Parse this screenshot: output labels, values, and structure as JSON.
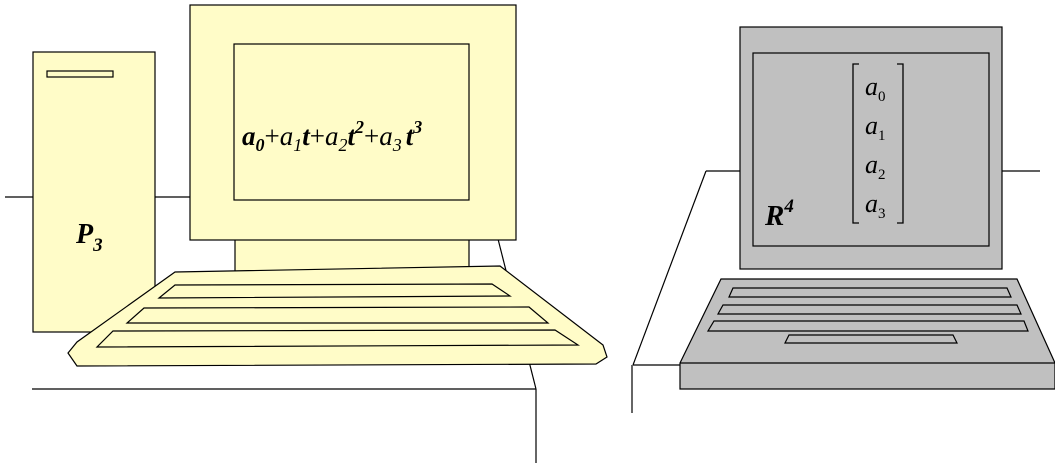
{
  "desktop": {
    "tower_label": "P",
    "tower_label_sub": "3",
    "polynomial": {
      "a0": "a",
      "a0_sub": "0",
      "plus1": "+",
      "a1": "a",
      "a1_sub": "1",
      "t1": "t",
      "plus2": "+",
      "a2": "a",
      "a2_sub": "2",
      "t2": "t",
      "t2_sup": "2",
      "plus3": "+",
      "a3": "a",
      "a3_sub": "3",
      "t3": "t",
      "t3_sup": "3"
    }
  },
  "laptop": {
    "space_label": "R",
    "space_label_sup": "4",
    "vector": [
      {
        "name": "a",
        "sub": "0"
      },
      {
        "name": "a",
        "sub": "1"
      },
      {
        "name": "a",
        "sub": "2"
      },
      {
        "name": "a",
        "sub": "3"
      }
    ]
  },
  "colors": {
    "desktop_fill": "#fffcc8",
    "laptop_fill": "#c0c0c0",
    "stroke": "#000000"
  }
}
